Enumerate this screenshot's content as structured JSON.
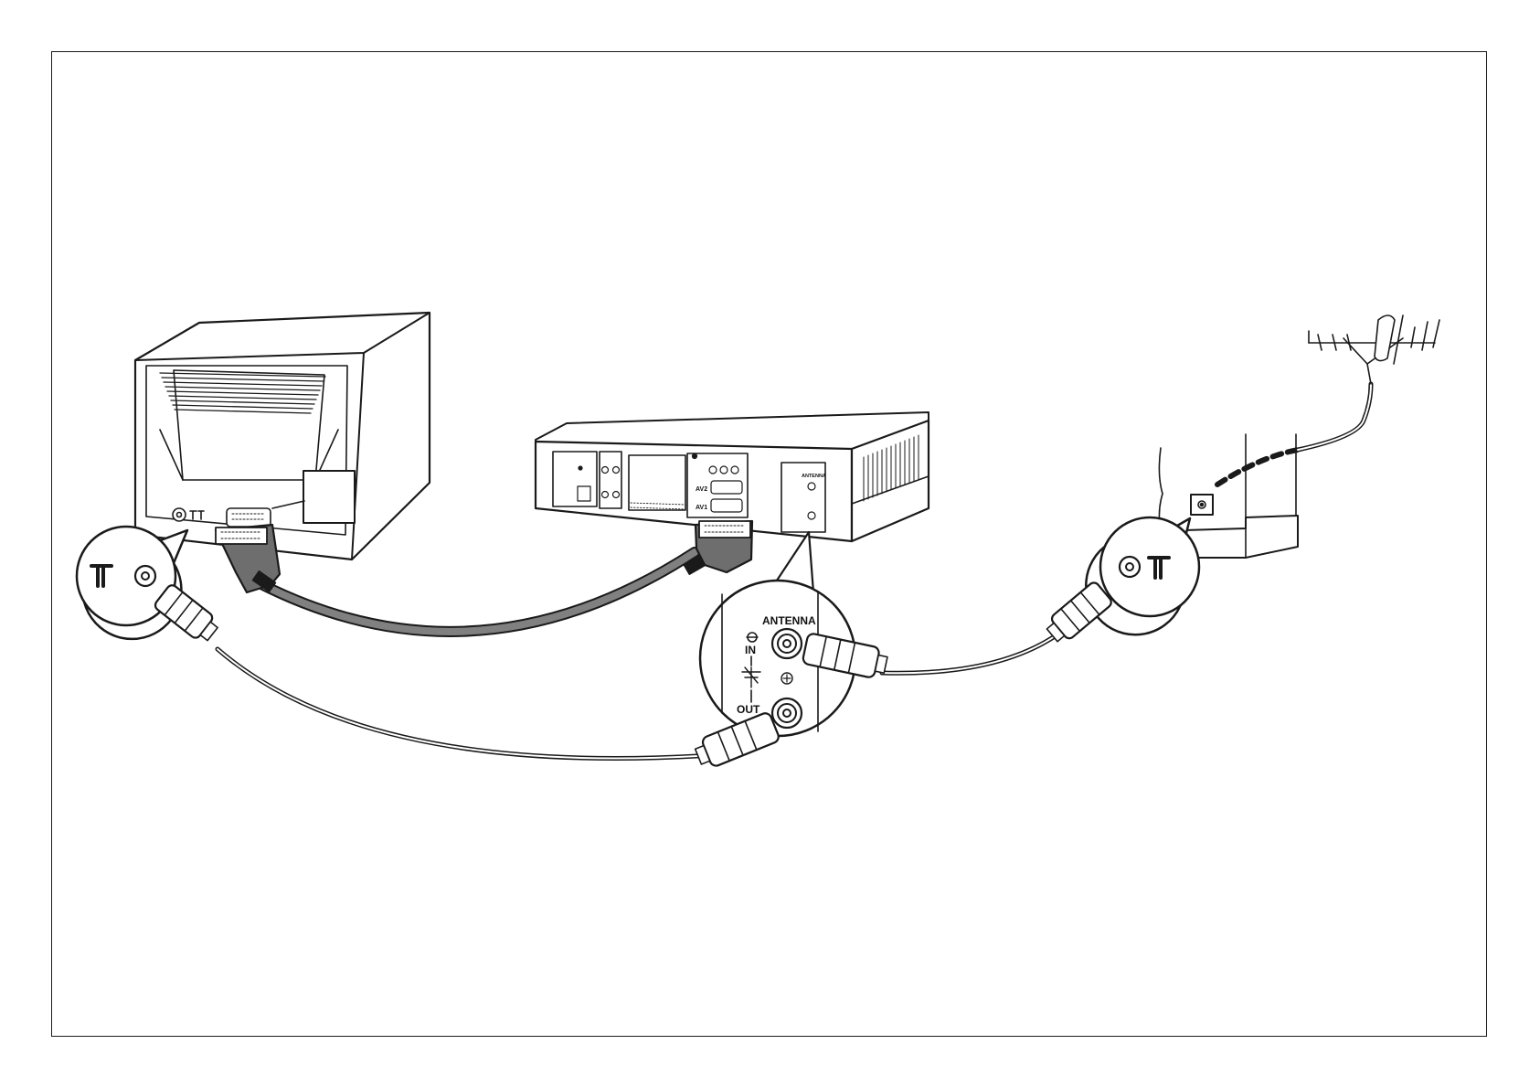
{
  "callout": {
    "antenna_label": "ANTENNA",
    "in_label": "IN",
    "out_label": "OUT"
  },
  "vcr_panel": {
    "antenna_label": "ANTENNA",
    "av2_label": "AV2",
    "av1_label": "AV1"
  },
  "colors": {
    "line": "#1a1a1a",
    "scart": "#6e6e6e",
    "scart_cable": "#808080",
    "background": "#ffffff"
  }
}
